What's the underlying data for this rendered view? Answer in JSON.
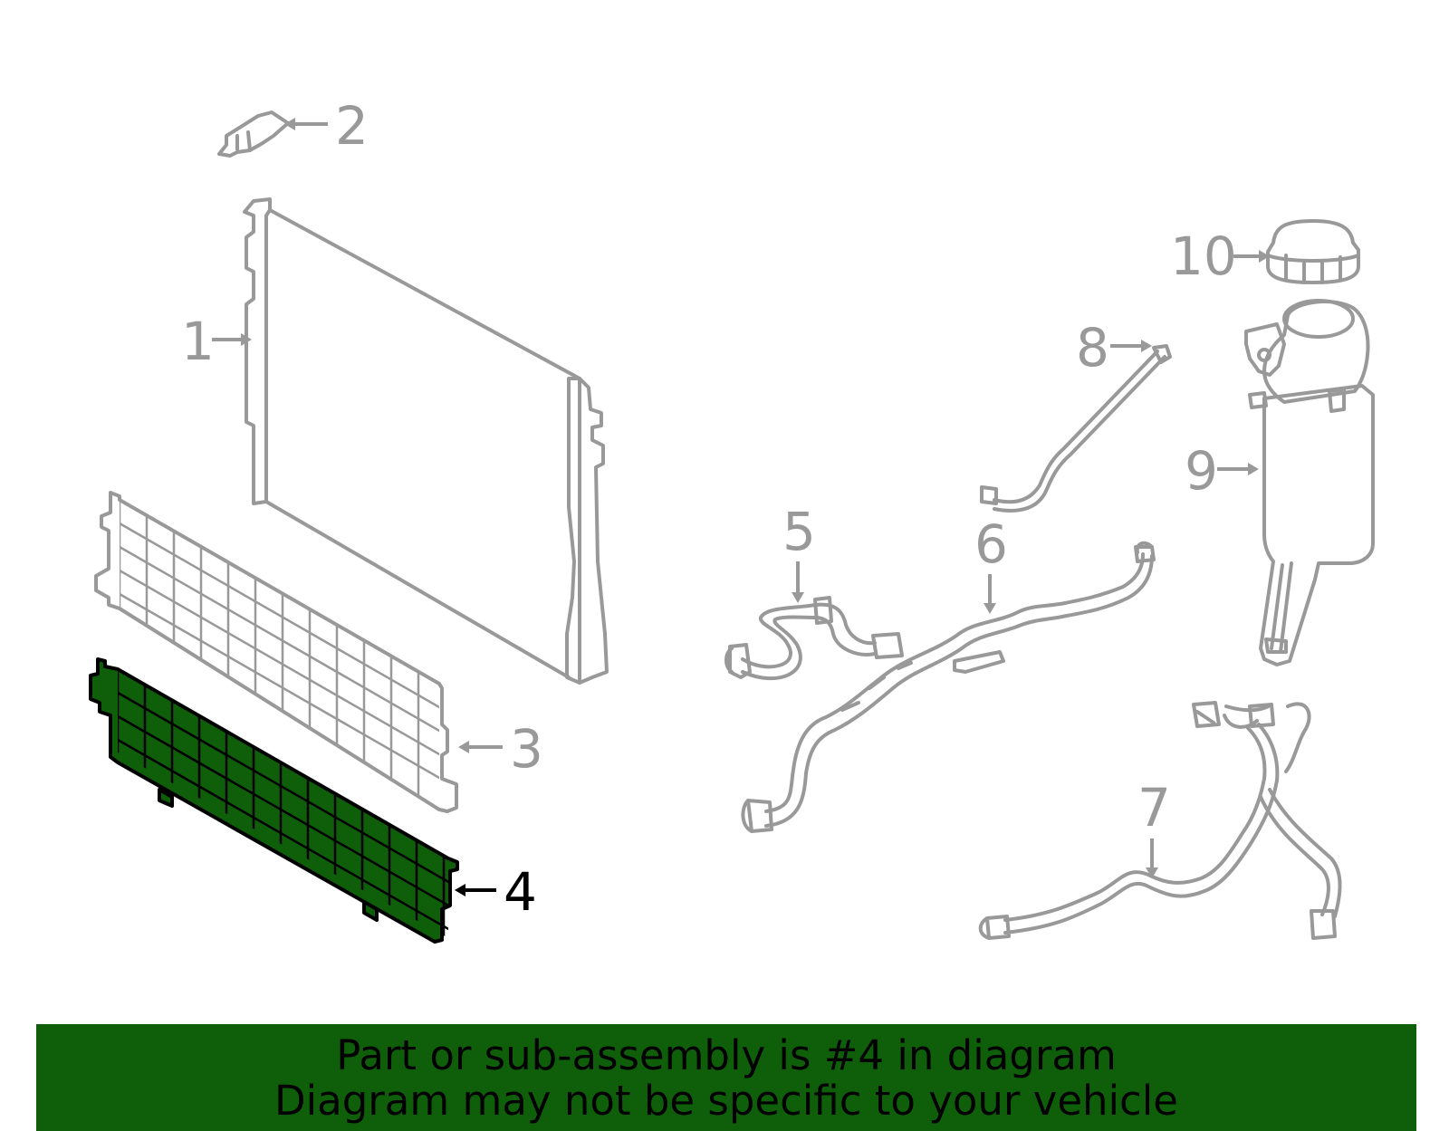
{
  "diagram": {
    "callouts": [
      {
        "id": "1",
        "label": "1",
        "highlighted": false
      },
      {
        "id": "2",
        "label": "2",
        "highlighted": false
      },
      {
        "id": "3",
        "label": "3",
        "highlighted": false
      },
      {
        "id": "4",
        "label": "4",
        "highlighted": true
      },
      {
        "id": "5",
        "label": "5",
        "highlighted": false
      },
      {
        "id": "6",
        "label": "6",
        "highlighted": false
      },
      {
        "id": "7",
        "label": "7",
        "highlighted": false
      },
      {
        "id": "8",
        "label": "8",
        "highlighted": false
      },
      {
        "id": "9",
        "label": "9",
        "highlighted": false
      },
      {
        "id": "10",
        "label": "10",
        "highlighted": false
      }
    ],
    "colors": {
      "highlight": "#0f5f0a",
      "line": "#999999",
      "outline_active": "#000000"
    }
  },
  "banner": {
    "line1": "Part or sub-assembly is #4 in diagram",
    "line2": "Diagram may not be specific to your vehicle"
  }
}
